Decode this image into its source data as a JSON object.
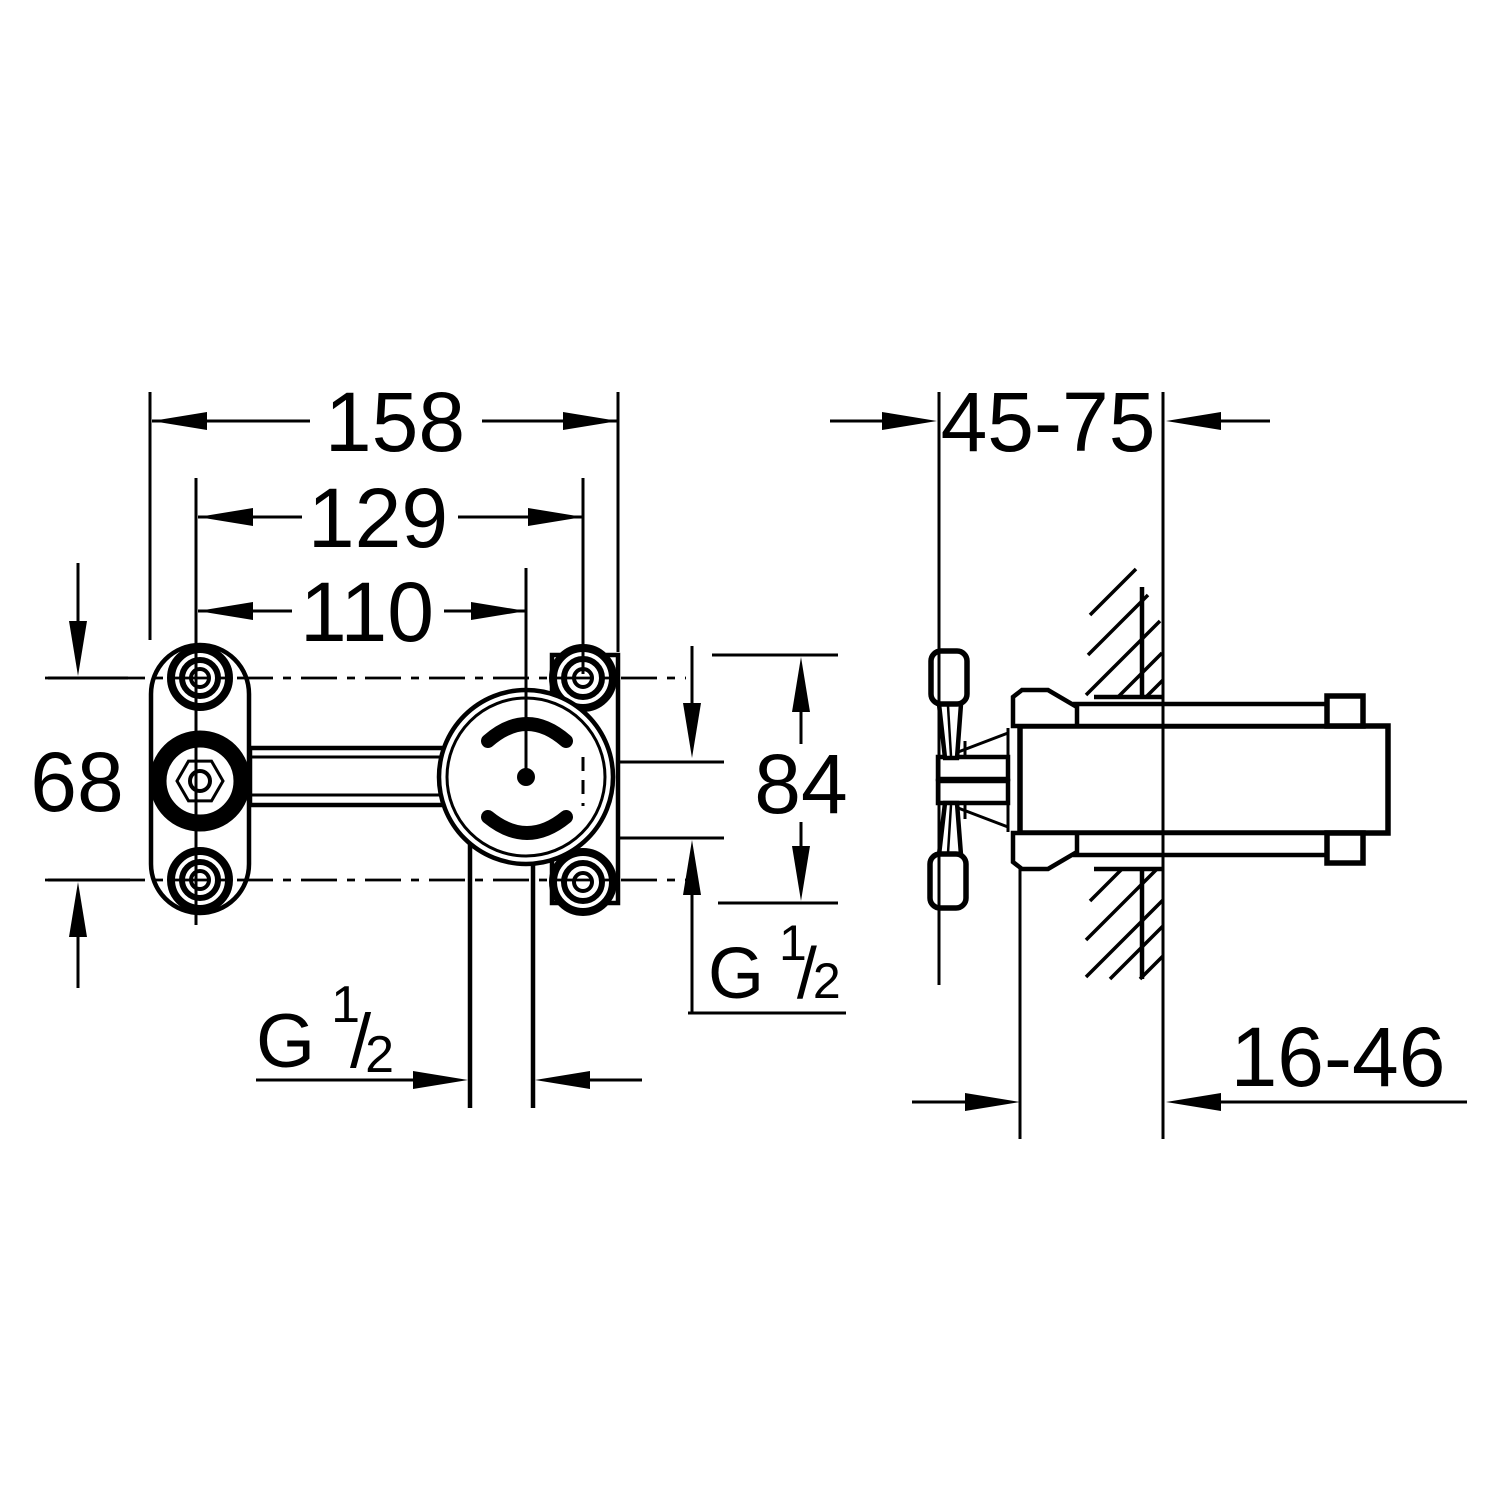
{
  "colors": {
    "line": "#000000",
    "background": "#ffffff"
  },
  "front_view": {
    "dim_overall_width": "158",
    "dim_hole_spacing": "129",
    "dim_center_distance": "110",
    "dim_vertical_spacing": "68",
    "dim_plate_height": "84",
    "thread_bottom": {
      "g": "G",
      "sup": "1",
      "slash": "/",
      "sub": "2"
    },
    "thread_side": {
      "g": "G",
      "sup": "1",
      "slash": "/",
      "sub": "2"
    }
  },
  "side_view": {
    "dim_depth_range": "45-75",
    "dim_wall_offset_range": "16-46"
  }
}
